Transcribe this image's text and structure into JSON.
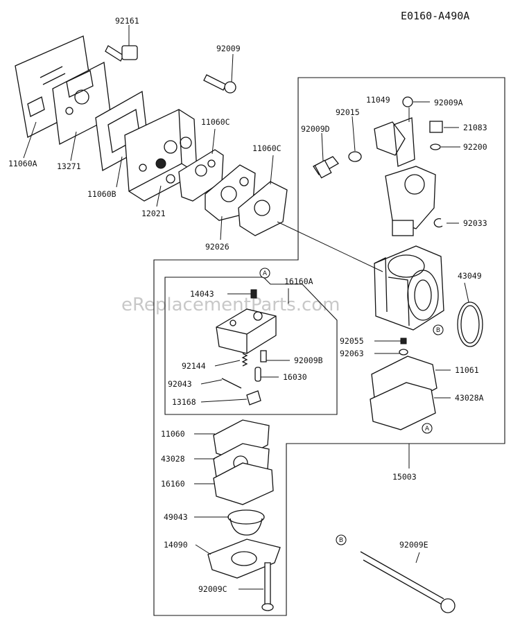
{
  "diagram_code": "E0160-A490A",
  "watermark": "eReplacementParts.com",
  "labels": {
    "p92161": "92161",
    "p92009": "92009",
    "p11060A": "11060A",
    "p13271": "13271",
    "p11060B": "11060B",
    "p12021": "12021",
    "p11060C_1": "11060C",
    "p11060C_2": "11060C",
    "p92026": "92026",
    "p11049": "11049",
    "p92009A": "92009A",
    "p92015": "92015",
    "p92009D": "92009D",
    "p21083": "21083",
    "p92200": "92200",
    "p92033": "92033",
    "p43049": "43049",
    "p16160A": "16160A",
    "p14043": "14043",
    "p92144": "92144",
    "p92009B": "92009B",
    "p16030": "16030",
    "p92043": "92043",
    "p13168": "13168",
    "p92055": "92055",
    "p92063": "92063",
    "p11061": "11061",
    "p43028A": "43028A",
    "p15003": "15003",
    "p11060": "11060",
    "p43028": "43028",
    "p16160": "16160",
    "p49043": "49043",
    "p14090": "14090",
    "p92009C": "92009C",
    "p92009E": "92009E"
  },
  "refs": {
    "a": "A",
    "b": "B"
  }
}
